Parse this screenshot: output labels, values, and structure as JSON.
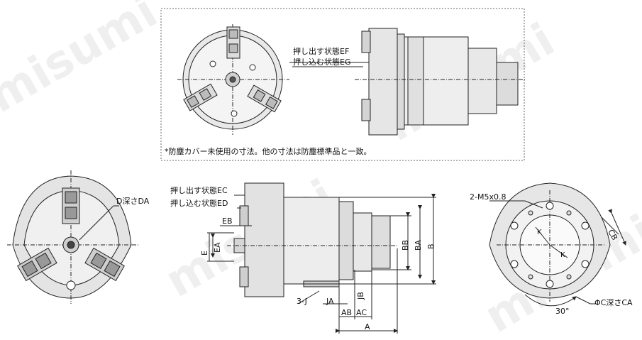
{
  "notes": {
    "push_out_top": "押し出す状態EF",
    "push_in_top": "押し込む状態EG",
    "dust_cover_note": "*防塵カバー未使用の寸法。他の寸法は防塵標準品と一致。",
    "push_out_mid": "押し出す状態EC",
    "push_in_mid": "押し込む状態ED",
    "d_depth": "D深さDA",
    "m5": "2-M5x0.8",
    "phi_c_depth": "ΦC深さCA",
    "angle": "30°"
  },
  "dims": {
    "EB": "EB",
    "E": "E",
    "EA": "EA",
    "J3": "3-J",
    "JA": "JA",
    "JB": "JB",
    "AB": "AB",
    "AC": "AC",
    "A": "A",
    "BB": "BB",
    "BA": "BA",
    "B": "B",
    "CB": "CB",
    "K1": "K",
    "K2": "K"
  },
  "watermark": "misumi",
  "colors": {
    "line": "#222222",
    "body": "#e6e6e6",
    "dark": "#9a9a9a"
  }
}
